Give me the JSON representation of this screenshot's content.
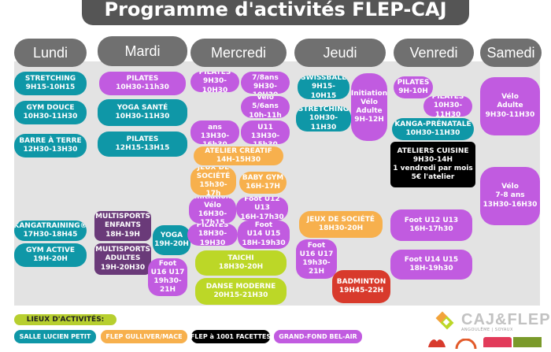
{
  "title": "Programme d'activités FLEP-CAJ",
  "days": [
    "Lundi",
    "Mardi",
    "Mercredi",
    "Jeudi",
    "Venredi",
    "Samedi"
  ],
  "activities": {
    "lundi": [
      "STRETCHING\n9H15-10H15",
      "GYM DOUCE\n10H30-11H30",
      "BARRE À TERRE\n12H30-13H30",
      "KANGATRAINING®\n17H30-18H45",
      "GYM ACTIVE\n19H-20H"
    ],
    "mardi": [
      "PILATES\n10H30-11h30",
      "YOGA SANTÉ\n10H30-11H30",
      "PILATES\n12H15-13H15",
      "MULTISPORTS\nENFANTS\n18H-19H",
      "YOGA\n19H-20H",
      "MULTISPORTS\nADULTES\n19H-20H30",
      "Foot\nU16 U17\n19h30-21H"
    ],
    "mercredi": [
      "PILATES\n9H30-10H30",
      "Vélo 7/8ans\n9H30-10H30",
      "Vélo 5/6ans\n10h-11h",
      "Vélo +9 ans\n13H30-16h30",
      "Foot U6 à U11\n13H30-15h30",
      "ATELIER CREATIF\n14H-15H30",
      "JEUX DE\nSOCIÉTÉ\n15h30-17h",
      "BABY  GYM\n16H-17H",
      "Initiation\nVélo\n16H30-17h15",
      "Foot U12 U13\n16H-17h30",
      "PILATES\n18H30-19H30",
      "Foot\nU14 U15\n18H-19h30",
      "TAICHI\n18H30-20H",
      "DANSE MODERNE\n20H15-21H30"
    ],
    "jeudi": [
      "SWISSBALL\n9H15-10H15",
      "Initiation\nVélo\nAdulte\n9H-12H",
      "STRETCHING\n10H30-11H30",
      "JEUX DE SOCIÉTÉ\n18H30-20H",
      "Foot\nU16 U17\n19h30-21H",
      "BADMINTON\n19H45-22H"
    ],
    "vendredi": [
      "PILATES\n9H-10H",
      "PILATES\n10H30-11H30",
      "KANGA-PRÉNATALE\n10H30-11H30",
      "ATELIERS CUISINE\n9H30-14H\n1 vendredi par mois\n5€ l'atelier",
      "Foot U12 U13\n16H-17h30",
      "Foot U14 U15\n18H-19h30"
    ],
    "samedi": [
      "Vélo\nAdulte\n9H30-11H30",
      "Vélo\n7-8 ans\n13H30-16H30"
    ]
  },
  "legend": {
    "title": "LIEUX D'ACTIVITÉS:",
    "items": [
      {
        "label": "SALLE LUCIEN PETIT",
        "color": "#0f97a7"
      },
      {
        "label": "FLEP GULLIVER/MACE",
        "color": "#f7b04d"
      },
      {
        "label": "FLEP à 1001 FACETTES",
        "color": "#000000"
      },
      {
        "label": "GRAND-FOND BEL-AIR",
        "color": "#c15be0"
      }
    ]
  },
  "logo": {
    "main": "CAJ&FLEP",
    "sub": "ANGOULÊME | SOYAUX"
  },
  "colors": {
    "teal": "#0f97a7",
    "purple": "#c15be0",
    "lime": "#bcd727",
    "orange": "#f7b04d",
    "dark_purple": "#6a3a79",
    "red": "#d83a2c",
    "black": "#000000",
    "header": "#555555",
    "day": "#707070",
    "panel": "#e3e3e3"
  }
}
